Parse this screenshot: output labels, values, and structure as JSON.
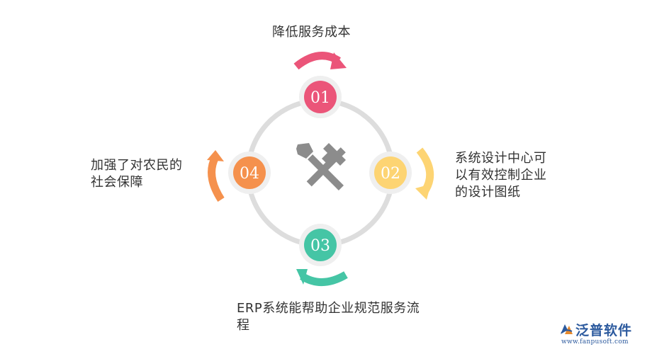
{
  "steps": [
    {
      "number": "01",
      "color": "#eb5579",
      "label_lines": [
        "降低服务成本"
      ]
    },
    {
      "number": "02",
      "color": "#fdd473",
      "label_lines": [
        "系统设计中心可",
        "以有效控制企业",
        "的设计图纸"
      ]
    },
    {
      "number": "03",
      "color": "#45c5a5",
      "label_lines": [
        "ERP系统能帮助企业规范服务流",
        "程"
      ]
    },
    {
      "number": "04",
      "color": "#f5914d",
      "label_lines": [
        "加强了对农民的",
        "社会保障"
      ]
    }
  ],
  "center_icon": "hammer-and-wrench-icon",
  "ring_color": "#dddddd",
  "node_ring_color": "#efefef",
  "icon_color": "#8c8c8c",
  "logo": {
    "icon": "fanpu-logo-icon",
    "name": "泛普软件",
    "url": "www.fanpusoft.com",
    "color": "#2c5a9e"
  }
}
